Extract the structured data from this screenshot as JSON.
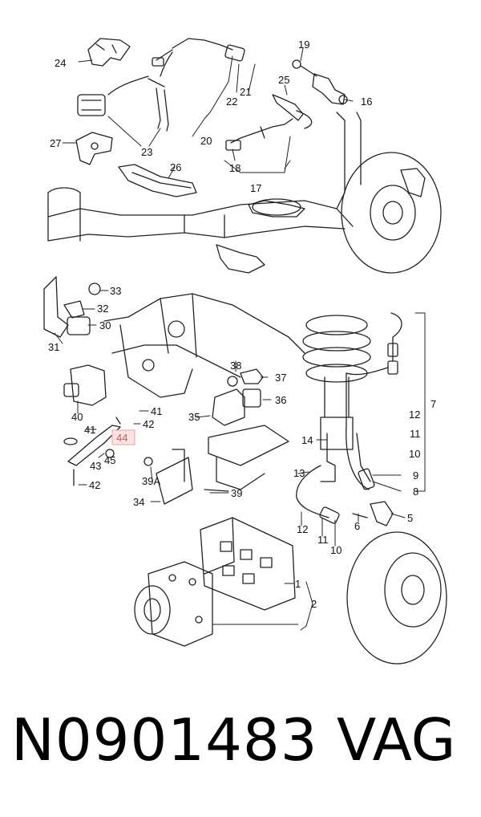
{
  "caption": {
    "part_number": "N0901483",
    "brand": "VAG"
  },
  "highlight": {
    "callout": "44",
    "color": "#d9534f"
  },
  "callouts": {
    "c1": "1",
    "c2": "2",
    "c5": "5",
    "c6": "6",
    "c7": "7",
    "c8": "8",
    "c9": "9",
    "c10a": "10",
    "c10b": "10",
    "c11a": "11",
    "c11b": "11",
    "c12a": "12",
    "c12b": "12",
    "c13": "13",
    "c14": "14",
    "c16": "16",
    "c17": "17",
    "c18": "18",
    "c19": "19",
    "c20": "20",
    "c21": "21",
    "c22": "22",
    "c23": "23",
    "c24": "24",
    "c25": "25",
    "c26": "26",
    "c27": "27",
    "c30": "30",
    "c31": "31",
    "c32": "32",
    "c33": "33",
    "c34": "34",
    "c35": "35",
    "c36": "36",
    "c37": "37",
    "c38": "38",
    "c39": "39",
    "c39a": "39A",
    "c40": "40",
    "c41a": "41",
    "c41b": "41",
    "c42a": "42",
    "c42b": "42",
    "c43": "43",
    "c44": "44",
    "c45": "45"
  }
}
